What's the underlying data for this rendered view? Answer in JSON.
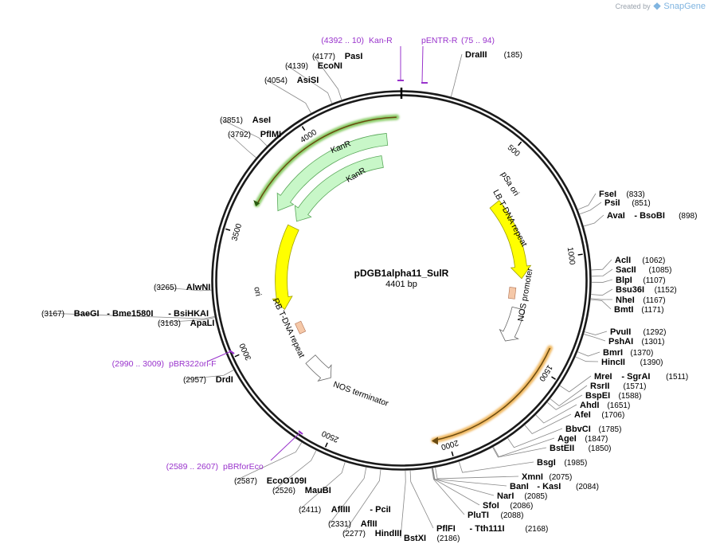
{
  "header": {
    "created_by": "Created by",
    "brand": "SnapGene",
    "logo_icon": "snapgene-logo-icon"
  },
  "plasmid": {
    "name": "pDGB1alpha11_SulR",
    "size_label": "4401 bp",
    "length": 4401,
    "ticks": [
      "500",
      "1000",
      "1500",
      "2000",
      "2500",
      "3000",
      "3500",
      "4000"
    ]
  },
  "colors": {
    "backbone": "#1a1a1a",
    "kanr_fill": "#c8f7c8",
    "kanr_stroke": "#5aa85a",
    "yellow": "#ffff00",
    "yellow_stroke": "#a0a000",
    "repeat": "#f5c8a8",
    "orange_glow": "#f0b860",
    "green_glow": "#8ccd6a",
    "primer": "#9933cc",
    "leader": "#888888"
  },
  "features": [
    {
      "name": "KanR",
      "start": 3660,
      "end": 4330,
      "dir": -1,
      "lane": 1,
      "kind": "kanr",
      "show_label": true
    },
    {
      "name": "KanR",
      "start": 3660,
      "end": 4290,
      "dir": -1,
      "lane": 2,
      "kind": "kanr",
      "show_label": true
    },
    {
      "name": "pSa ori",
      "start": 620,
      "end": 1090,
      "dir": 1,
      "lane": 2,
      "kind": "yellow",
      "show_label": true
    },
    {
      "name": "ori",
      "start": 3620,
      "end": 3130,
      "dir": -1,
      "lane": 2,
      "kind": "yellow",
      "show_label": true
    },
    {
      "name": "NOS promoter",
      "start": 1265,
      "end": 1470,
      "dir": 1,
      "lane": 2,
      "kind": "arrow",
      "show_label": true
    },
    {
      "name": "NOS terminator",
      "start": 2640,
      "end": 2800,
      "dir": -1,
      "lane": 2,
      "kind": "arrow",
      "show_label": true
    },
    {
      "name": "LB T-DNA repeat",
      "start": 1160,
      "end": 1200,
      "dir": 1,
      "lane": 2,
      "kind": "repeat",
      "show_label": true
    },
    {
      "name": "RB T-DNA repeat",
      "start": 2975,
      "end": 3015,
      "dir": 1,
      "lane": 2,
      "kind": "repeat",
      "show_label": true
    }
  ],
  "primers": [
    {
      "name": "Kan-R",
      "range": "(4392 .. 10)"
    },
    {
      "name": "pENTR-R",
      "range": "(75 .. 94)"
    },
    {
      "name": "pBR322ori-F",
      "range": "(2990 .. 3009)"
    },
    {
      "name": "pBRforEco",
      "range": "(2589 .. 2607)"
    }
  ],
  "enzymes": [
    {
      "name": "DraIII",
      "pos": "(185)"
    },
    {
      "name": "PasI",
      "pos": "(4177)"
    },
    {
      "name": "EcoNI",
      "pos": "(4139)"
    },
    {
      "name": "AsiSI",
      "pos": "(4054)"
    },
    {
      "name": "AseI",
      "pos": "(3851)"
    },
    {
      "name": "PflMI",
      "pos": "(3792)"
    },
    {
      "name": "FseI",
      "pos": "(833)"
    },
    {
      "name": "PsiI",
      "pos": "(851)"
    },
    {
      "name": "AvaI",
      "name2": "BsoBI",
      "pos": "(898)"
    },
    {
      "name": "AclI",
      "pos": "(1062)"
    },
    {
      "name": "SacII",
      "pos": "(1085)"
    },
    {
      "name": "BlpI",
      "pos": "(1107)"
    },
    {
      "name": "Bsu36I",
      "pos": "(1152)"
    },
    {
      "name": "NheI",
      "pos": "(1167)"
    },
    {
      "name": "BmtI",
      "pos": "(1171)"
    },
    {
      "name": "PvuII",
      "pos": "(1292)"
    },
    {
      "name": "PshAI",
      "pos": "(1301)"
    },
    {
      "name": "BmrI",
      "pos": "(1370)"
    },
    {
      "name": "HincII",
      "pos": "(1390)"
    },
    {
      "name": "MreI",
      "name2": "SgrAI",
      "pos": "(1511)"
    },
    {
      "name": "RsrII",
      "pos": "(1571)"
    },
    {
      "name": "BspEI",
      "pos": "(1588)"
    },
    {
      "name": "AhdI",
      "pos": "(1651)"
    },
    {
      "name": "AfeI",
      "pos": "(1706)"
    },
    {
      "name": "BbvCI",
      "pos": "(1785)"
    },
    {
      "name": "AgeI",
      "pos": "(1847)"
    },
    {
      "name": "BstEII",
      "pos": "(1850)"
    },
    {
      "name": "BsgI",
      "pos": "(1985)"
    },
    {
      "name": "XmnI",
      "pos": "(2075)"
    },
    {
      "name": "BanI",
      "name2": "KasI",
      "pos": "(2084)"
    },
    {
      "name": "NarI",
      "pos": "(2085)"
    },
    {
      "name": "SfoI",
      "pos": "(2086)"
    },
    {
      "name": "PluTI",
      "pos": "(2088)"
    },
    {
      "name": "PflFI",
      "name2": "Tth111I",
      "pos": "(2168)"
    },
    {
      "name": "BstXI",
      "pos": "(2186)"
    },
    {
      "name": "HindIII",
      "pos": "(2277)"
    },
    {
      "name": "AflII",
      "pos": "(2331)"
    },
    {
      "name": "AflIII",
      "name2": "PciI",
      "pos": "(2411)"
    },
    {
      "name": "MauBI",
      "pos": "(2526)"
    },
    {
      "name": "EcoO109I",
      "pos": "(2587)"
    },
    {
      "name": "DrdI",
      "pos": "(2957)"
    },
    {
      "name": "BaeGI",
      "name2": "Bme1580I",
      "name3": "BsiHKAI",
      "pos": "(3167)"
    },
    {
      "name": "ApaLI",
      "pos": "(3163)"
    },
    {
      "name": "AlwNI",
      "pos": "(3265)"
    }
  ]
}
